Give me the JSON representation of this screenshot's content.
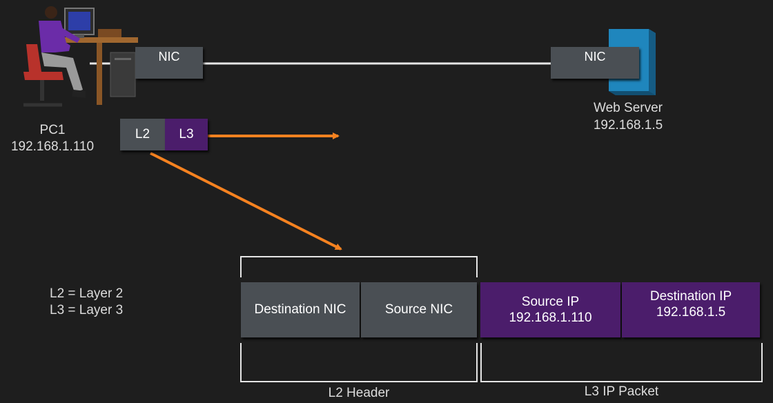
{
  "pc1": {
    "name": "PC1",
    "ip": "192.168.1.110",
    "nic_label": "NIC"
  },
  "server": {
    "name": "Web Server",
    "ip": "192.168.1.5",
    "nic_label": "NIC"
  },
  "small_frame": {
    "l2": "L2",
    "l3": "L3"
  },
  "legend": {
    "l2": "L2 = Layer 2",
    "l3": "L3 = Layer 3"
  },
  "frame": {
    "destination_nic": "Destination NIC",
    "source_nic": "Source NIC",
    "source_ip_label": "Source IP",
    "source_ip_value": "192.168.1.110",
    "destination_ip_label": "Destination IP",
    "destination_ip_value": "192.168.1.5"
  },
  "brackets": {
    "l2_header": "L2 Header",
    "l3_packet": "L3 IP Packet"
  },
  "colors": {
    "background": "#1e1e1e",
    "gray_box": "#4a4f54",
    "purple_box": "#4b1d6b",
    "arrow": "#f58220",
    "server": "#1f7fb3"
  }
}
